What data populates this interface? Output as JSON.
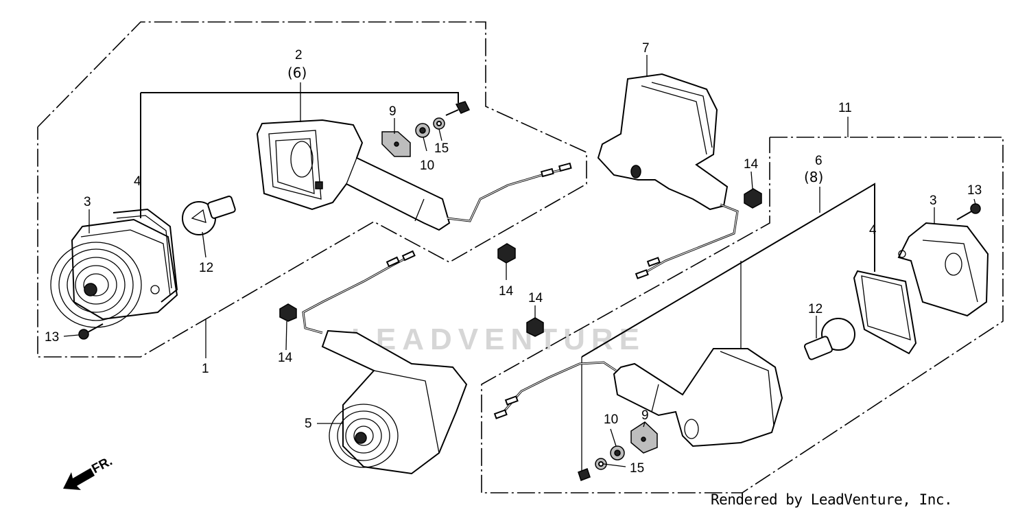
{
  "watermark": {
    "text": "LEADVENTURE"
  },
  "credit": {
    "text": "Rendered by LeadVenture, Inc."
  },
  "direction": {
    "label": "FR."
  },
  "callouts": {
    "c1": "1",
    "c2": "2",
    "c2b": "(6)",
    "c3a": "3",
    "c3b": "3",
    "c4a": "4",
    "c4b": "4",
    "c5": "5",
    "c6": "6",
    "c6b": "(8)",
    "c7": "7",
    "c9a": "9",
    "c9b": "9",
    "c10a": "10",
    "c10b": "10",
    "c11": "11",
    "c12a": "12",
    "c12b": "12",
    "c13a": "13",
    "c13b": "13",
    "c14a": "14",
    "c14b": "14",
    "c14c": "14",
    "c14d": "14",
    "c15a": "15",
    "c15b": "15"
  }
}
